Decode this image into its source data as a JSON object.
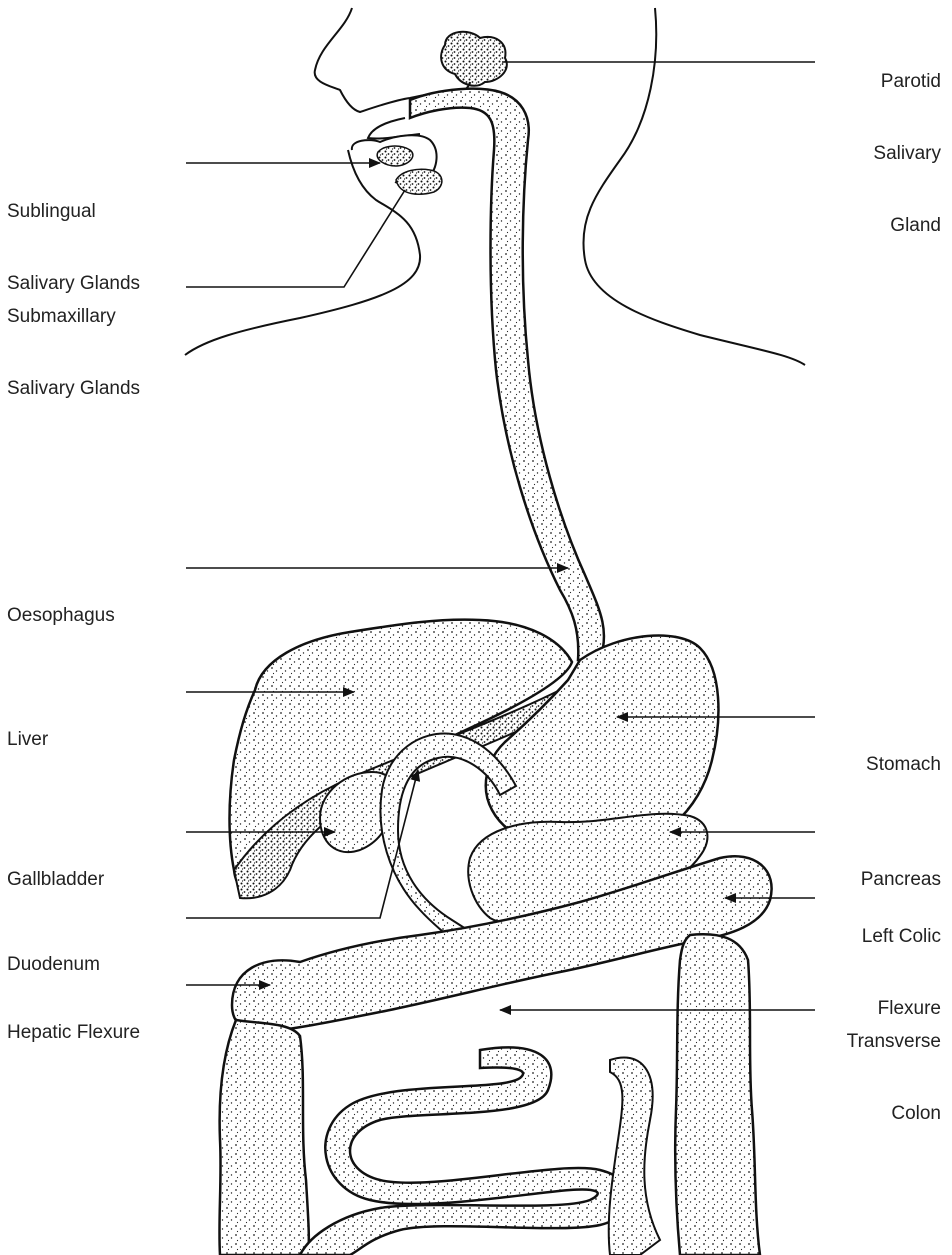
{
  "diagram": {
    "labels": {
      "parotid_line1": "Parotid",
      "parotid_line2": "Salivary",
      "parotid_line3": "Gland",
      "sublingual_line1": "Sublingual",
      "sublingual_line2": "Salivary Glands",
      "submaxillary_line1": "Submaxillary",
      "submaxillary_line2": "Salivary Glands",
      "oesophagus": "Oesophagus",
      "liver": "Liver",
      "stomach": "Stomach",
      "gallbladder": "Gallbladder",
      "pancreas": "Pancreas",
      "duodenum": "Duodenum",
      "left_colic_line1": "Left Colic",
      "left_colic_line2": "Flexure",
      "hepatic_flexure": "Hepatic Flexure",
      "transverse_line1": "Transverse",
      "transverse_line2": "Colon"
    },
    "colors": {
      "ink": "#111111",
      "organ_fill": "#f4f4f4",
      "stipple": "#222222"
    }
  }
}
